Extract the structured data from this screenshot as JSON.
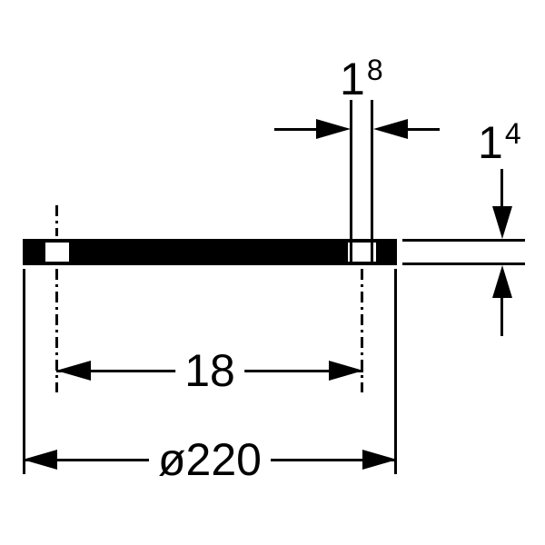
{
  "drawing": {
    "colors": {
      "line": "#000000",
      "background": "#ffffff"
    },
    "dims": {
      "hole_width_main": "1",
      "hole_width_sup": "8",
      "thickness_main": "1",
      "thickness_sup": "4",
      "hole_pitch": "18",
      "outer_diameter": "ø220"
    }
  }
}
